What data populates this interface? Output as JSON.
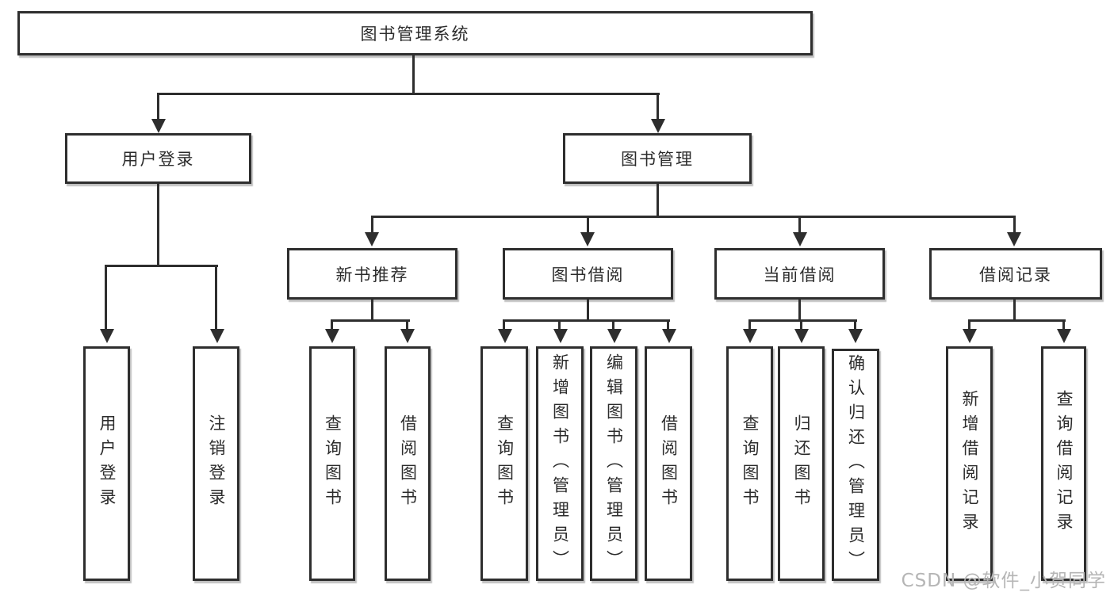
{
  "tree": {
    "label": "图书管理系统",
    "children": [
      {
        "label": "用户登录",
        "children": [
          {
            "label": "用户登录"
          },
          {
            "label": "注销登录"
          }
        ]
      },
      {
        "label": "图书管理",
        "children": [
          {
            "label": "新书推荐",
            "children": [
              {
                "label": "查询图书"
              },
              {
                "label": "借阅图书"
              }
            ]
          },
          {
            "label": "图书借阅",
            "children": [
              {
                "label": "查询图书"
              },
              {
                "label": "新增图书（管理员）"
              },
              {
                "label": "编辑图书（管理员）"
              },
              {
                "label": "借阅图书"
              }
            ]
          },
          {
            "label": "当前借阅",
            "children": [
              {
                "label": "查询图书"
              },
              {
                "label": "归还图书"
              },
              {
                "label": "确认归还（管理员）"
              }
            ]
          },
          {
            "label": "借阅记录",
            "children": [
              {
                "label": "新增借阅记录"
              },
              {
                "label": "查询借阅记录"
              }
            ]
          }
        ]
      }
    ]
  },
  "watermark": "CSDN @软件_小贺同学",
  "colors": {
    "line": "#2e2e2e",
    "text": "#2c2c2c",
    "watermark": "#b5b5b5",
    "background": "#ffffff"
  }
}
